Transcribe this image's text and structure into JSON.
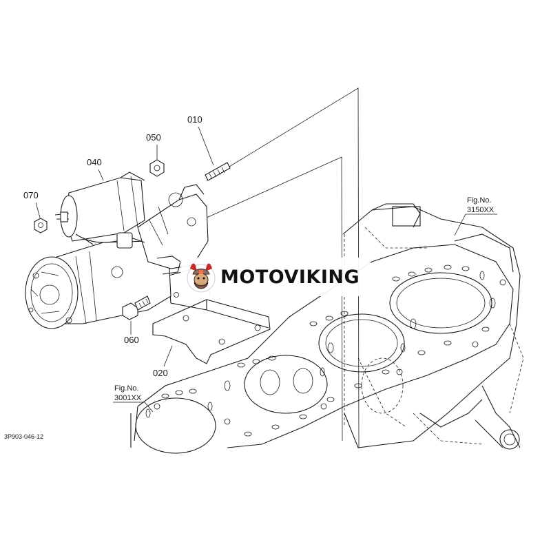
{
  "diagram": {
    "callouts": {
      "p010": "010",
      "p020": "020",
      "p040": "040",
      "p050": "050",
      "p060": "060",
      "p070": "070"
    },
    "fig_refs": [
      {
        "prefix": "Fig.No.",
        "number": "3150XX"
      },
      {
        "prefix": "Fig.No.",
        "number": "3001XX"
      }
    ],
    "drawing_code": "3P903-046-12"
  },
  "watermark": {
    "brand": "MOTOVIKING",
    "logo_icon": "viking-helmet-icon"
  }
}
